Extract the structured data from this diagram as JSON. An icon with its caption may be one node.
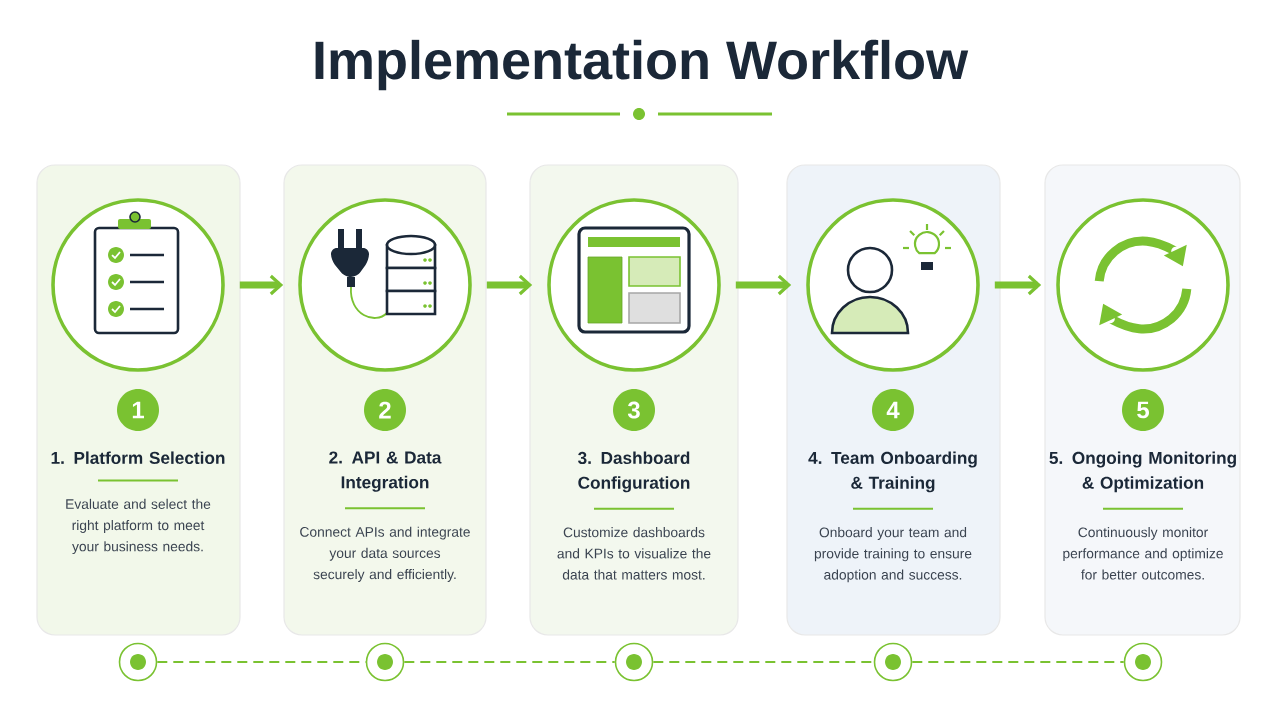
{
  "diagram": {
    "title": "Implementation Workflow",
    "nodes": [
      {
        "text": [
          "1. Platform Selection",
          "Evaluate and select the right platform to meet your business needs."
        ]
      },
      {
        "text": [],
        "shape": "circle",
        "in": 0
      },
      {
        "text": [
          "1"
        ],
        "in": 0
      },
      {
        "text": [
          "2. API & Data Integration",
          "Connect APIs and integrate your data sources securely and efficiently."
        ]
      },
      {
        "text": [],
        "shape": "circle",
        "in": 3
      },
      {
        "text": [
          "2"
        ],
        "in": 3
      },
      {
        "text": [
          "3. Dashboard Configuration",
          "Customize dashboards and KPIs to visualize the data that matters most."
        ]
      },
      {
        "text": [],
        "shape": "circle",
        "in": 6
      },
      {
        "text": [
          "3"
        ],
        "in": 6
      },
      {
        "text": [
          "4. Team Onboarding & Training",
          "Onboard your team and provide training to ensure adoption and success."
        ]
      },
      {
        "text": [],
        "shape": "circle",
        "in": 9
      },
      {
        "text": [
          "4"
        ],
        "in": 9
      },
      {
        "text": [
          "5. Ongoing Monitoring & Optimization",
          "Continuously monitor performance and optimize for better outcomes."
        ]
      },
      {
        "text": [],
        "shape": "circle",
        "in": 12
      },
      {
        "text": [
          "5"
        ],
        "in": 12
      },
      {
        "text": [],
        "shape": "circle"
      },
      {
        "text": [],
        "shape": "circle"
      },
      {
        "text": [],
        "shape": "circle"
      },
      {
        "text": [],
        "shape": "circle"
      },
      {
        "text": [],
        "shape": "circle"
      }
    ],
    "edges": [
      {
        "from": 1,
        "to": 4,
        "arrow": "to",
        "style": "thick"
      },
      {
        "from": 4,
        "to": 7,
        "arrow": "to",
        "style": "thick"
      },
      {
        "from": 7,
        "to": 10,
        "arrow": "to",
        "style": "thick"
      },
      {
        "from": 10,
        "to": 13,
        "arrow": "to",
        "style": "thick"
      },
      {
        "from": 15,
        "to": 16,
        "arrow": "none",
        "style": "dashed"
      },
      {
        "from": 16,
        "to": 17,
        "arrow": "none",
        "style": "dashed"
      },
      {
        "from": 17,
        "to": 18,
        "arrow": "none",
        "style": "dashed"
      },
      {
        "from": 18,
        "to": 19,
        "arrow": "none",
        "style": "dashed"
      }
    ]
  }
}
